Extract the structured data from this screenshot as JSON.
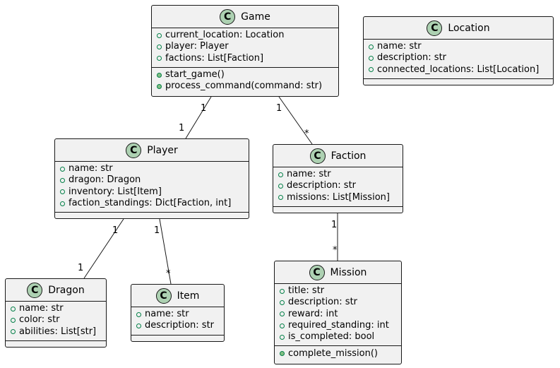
{
  "classes": {
    "game": {
      "stereotype": "C",
      "name": "Game",
      "attributes": [
        "current_location: Location",
        "player: Player",
        "factions: List[Faction]"
      ],
      "operations": [
        "start_game()",
        "process_command(command: str)"
      ]
    },
    "location": {
      "stereotype": "C",
      "name": "Location",
      "attributes": [
        "name: str",
        "description: str",
        "connected_locations: List[Location]"
      ],
      "operations": []
    },
    "player": {
      "stereotype": "C",
      "name": "Player",
      "attributes": [
        "name: str",
        "dragon: Dragon",
        "inventory: List[Item]",
        "faction_standings: Dict[Faction, int]"
      ],
      "operations": []
    },
    "faction": {
      "stereotype": "C",
      "name": "Faction",
      "attributes": [
        "name: str",
        "description: str",
        "missions: List[Mission]"
      ],
      "operations": []
    },
    "dragon": {
      "stereotype": "C",
      "name": "Dragon",
      "attributes": [
        "name: str",
        "color: str",
        "abilities: List[str]"
      ],
      "operations": []
    },
    "item": {
      "stereotype": "C",
      "name": "Item",
      "attributes": [
        "name: str",
        "description: str"
      ],
      "operations": []
    },
    "mission": {
      "stereotype": "C",
      "name": "Mission",
      "attributes": [
        "title: str",
        "description: str",
        "reward: int",
        "required_standing: int",
        "is_completed: bool"
      ],
      "operations": [
        "complete_mission()"
      ]
    }
  },
  "associations": [
    {
      "from": "game",
      "to": "player",
      "from_mult": "1",
      "to_mult": "1"
    },
    {
      "from": "game",
      "to": "faction",
      "from_mult": "1",
      "to_mult": "*"
    },
    {
      "from": "player",
      "to": "dragon",
      "from_mult": "1",
      "to_mult": "1"
    },
    {
      "from": "player",
      "to": "item",
      "from_mult": "1",
      "to_mult": "*"
    },
    {
      "from": "faction",
      "to": "mission",
      "from_mult": "1",
      "to_mult": "*"
    }
  ]
}
